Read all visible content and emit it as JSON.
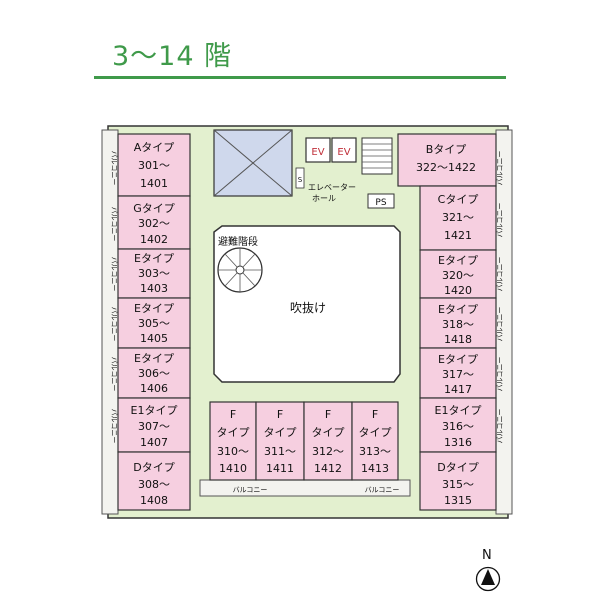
{
  "title": "3〜14 階",
  "colors": {
    "accent": "#3f9a4a",
    "unit_fill": "#f6cfe0",
    "corridor_fill": "#e3f0cf",
    "balcony_fill": "#f3f3ef",
    "wall": "#333333"
  },
  "units": [
    {
      "type": "Aタイプ",
      "nums": [
        "301〜",
        "1401"
      ]
    },
    {
      "type": "Gタイプ",
      "nums": [
        "302〜",
        "1402"
      ]
    },
    {
      "type": "Eタイプ",
      "nums": [
        "303〜",
        "1403"
      ]
    },
    {
      "type": "Eタイプ",
      "nums": [
        "305〜",
        "1405"
      ]
    },
    {
      "type": "Eタイプ",
      "nums": [
        "306〜",
        "1406"
      ]
    },
    {
      "type": "E1タイプ",
      "nums": [
        "307〜",
        "1407"
      ]
    },
    {
      "type": "Dタイプ",
      "nums": [
        "308〜",
        "1408"
      ]
    },
    {
      "type": "Bタイプ",
      "nums": [
        "322〜1422"
      ]
    },
    {
      "type": "Cタイプ",
      "nums": [
        "321〜",
        "1421"
      ]
    },
    {
      "type": "Eタイプ",
      "nums": [
        "320〜",
        "1420"
      ]
    },
    {
      "type": "Eタイプ",
      "nums": [
        "318〜",
        "1418"
      ]
    },
    {
      "type": "Eタイプ",
      "nums": [
        "317〜",
        "1417"
      ]
    },
    {
      "type": "E1タイプ",
      "nums": [
        "316〜",
        "1316"
      ]
    },
    {
      "type": "Dタイプ",
      "nums": [
        "315〜",
        "1315"
      ]
    },
    {
      "type": "F",
      "nums": [
        "タイプ",
        "310〜",
        "1410"
      ]
    },
    {
      "type": "F",
      "nums": [
        "タイプ",
        "311〜",
        "1411"
      ]
    },
    {
      "type": "F",
      "nums": [
        "タイプ",
        "312〜",
        "1412"
      ]
    },
    {
      "type": "F",
      "nums": [
        "タイプ",
        "313〜",
        "1413"
      ]
    }
  ],
  "labels": {
    "ev": "EV",
    "elevator_hall": [
      "エレベーター",
      "ホール"
    ],
    "ps": "PS",
    "s_mark": "S",
    "evacuation_stairs": "避難階段",
    "atrium": "吹抜け",
    "balcony": "バルコニー",
    "north": "N"
  }
}
